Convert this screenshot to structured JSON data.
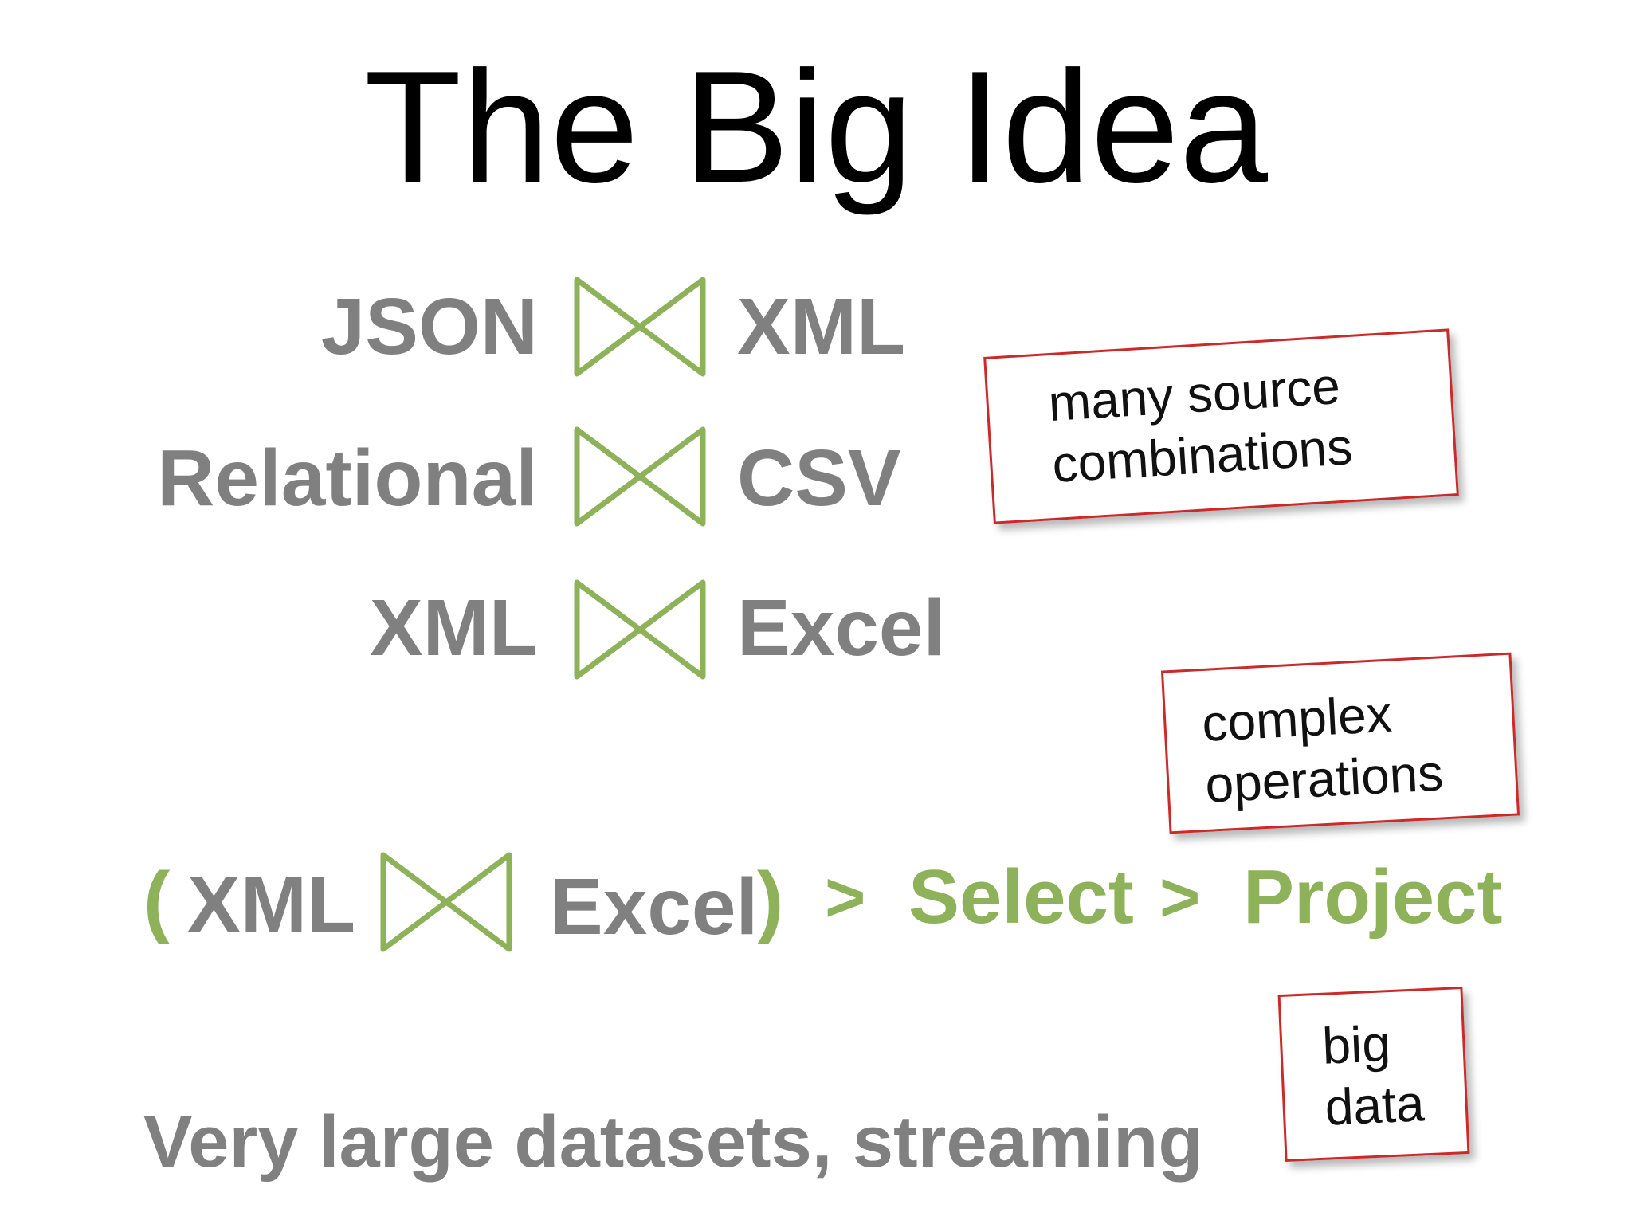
{
  "slide": {
    "title": "The Big Idea"
  },
  "joins": [
    {
      "left": "JSON",
      "right": "XML"
    },
    {
      "left": "Relational",
      "right": "CSV"
    },
    {
      "left": "XML",
      "right": "Excel"
    }
  ],
  "pipeline": {
    "open_paren": "(",
    "left": "XML",
    "right": "Excel",
    "close_paren": ")",
    "arrow1": ">",
    "op1": "Select",
    "arrow2": ">",
    "op2": "Project"
  },
  "bottom_text": "Very large datasets, streaming",
  "notes": {
    "sources": {
      "line1": "many source",
      "line2": "combinations"
    },
    "operations": {
      "line1": "complex",
      "line2": "operations"
    },
    "bigdata": {
      "line1": "big",
      "line2": "data"
    }
  },
  "colors": {
    "gray_text": "#808080",
    "green_accent": "#8db25a",
    "note_border": "#cc2a2a"
  },
  "icons": {
    "join": "bowtie-join-icon"
  }
}
